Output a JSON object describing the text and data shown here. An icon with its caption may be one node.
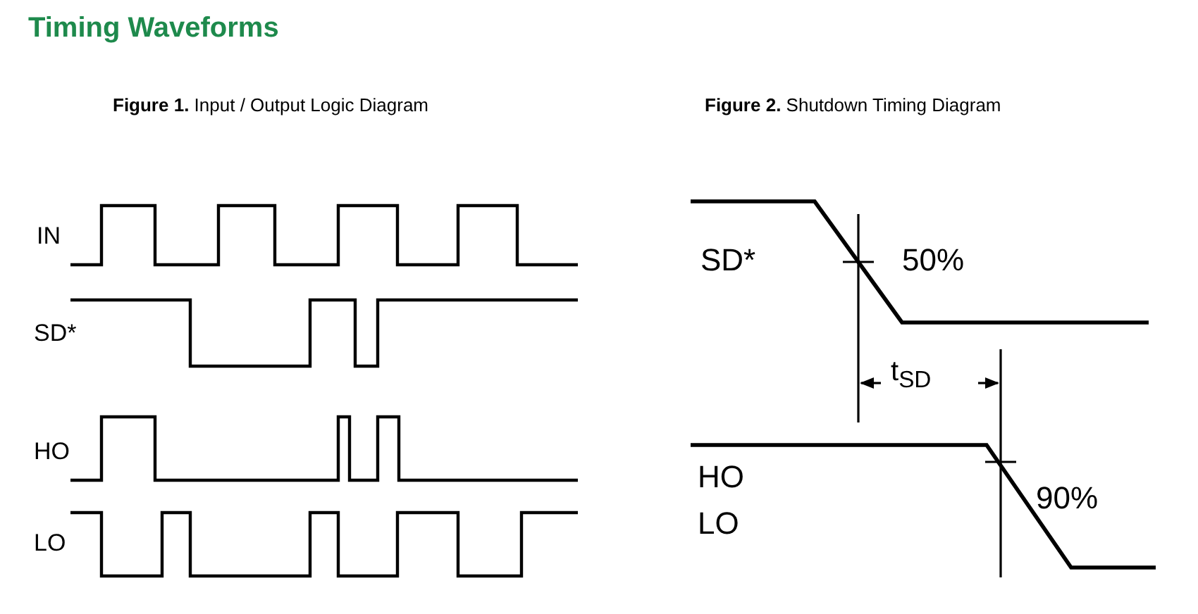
{
  "diagram": {
    "title": "Timing Waveforms",
    "labels": [
      "**Figure 1.** Input / Output Logic Diagram",
      "**Figure 2.** Shutdown Timing Diagram",
      "IN",
      "SD*",
      "HO",
      "LO",
      "SD*",
      "50%",
      "t$_{SD}$",
      "HO",
      "LO",
      "90%"
    ]
  }
}
